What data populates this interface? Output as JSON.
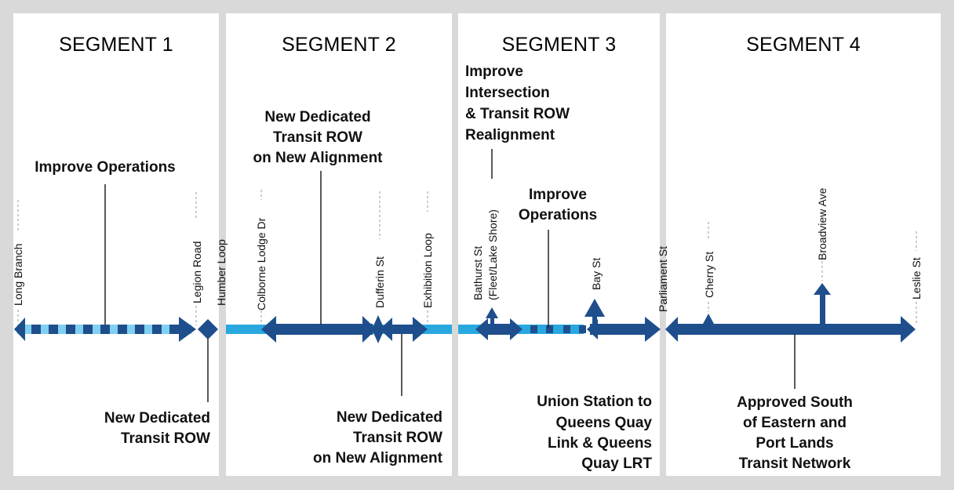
{
  "colors": {
    "background": "#d9d9d9",
    "panel": "#ffffff",
    "dark_blue": "#1f4e8c",
    "light_blue": "#29a8e0",
    "pale_blue": "#7fd0f2",
    "leader": "#222222",
    "station_dash": "#9a9a9a"
  },
  "segments": [
    {
      "title": "SEGMENT 1",
      "labels_top": [
        "Improve Operations"
      ],
      "labels_bottom": [
        [
          "New Dedicated",
          "Transit ROW"
        ]
      ],
      "stations": [
        "Long Branch",
        "Legion Road",
        "Humber Loop"
      ]
    },
    {
      "title": "SEGMENT 2",
      "labels_top": [
        [
          "New Dedicated",
          "Transit ROW",
          "on New Alignment"
        ]
      ],
      "labels_bottom": [
        [
          "New Dedicated",
          "Transit ROW",
          "on New Alignment"
        ]
      ],
      "stations": [
        "Colborne Lodge Dr",
        "Dufferin St",
        "Exhibition Loop"
      ]
    },
    {
      "title": "SEGMENT 3",
      "labels_top": [
        [
          "Improve",
          "Intersection",
          "& Transit ROW",
          "Realignment"
        ],
        [
          "Improve",
          "Operations"
        ]
      ],
      "labels_bottom": [
        [
          "Union Station to",
          "Queens Quay",
          "Link & Queens",
          "Quay LRT"
        ]
      ],
      "stations": [
        "Bathurst St",
        "(Fleet/Lake Shore)",
        "Bay St",
        "Parliament St"
      ]
    },
    {
      "title": "SEGMENT 4",
      "labels_top": [],
      "labels_bottom": [
        [
          "Approved South",
          "of Eastern and",
          "Port Lands",
          "Transit Network"
        ]
      ],
      "stations": [
        "Cherry St",
        "Broadview Ave",
        "Leslie St"
      ]
    }
  ]
}
